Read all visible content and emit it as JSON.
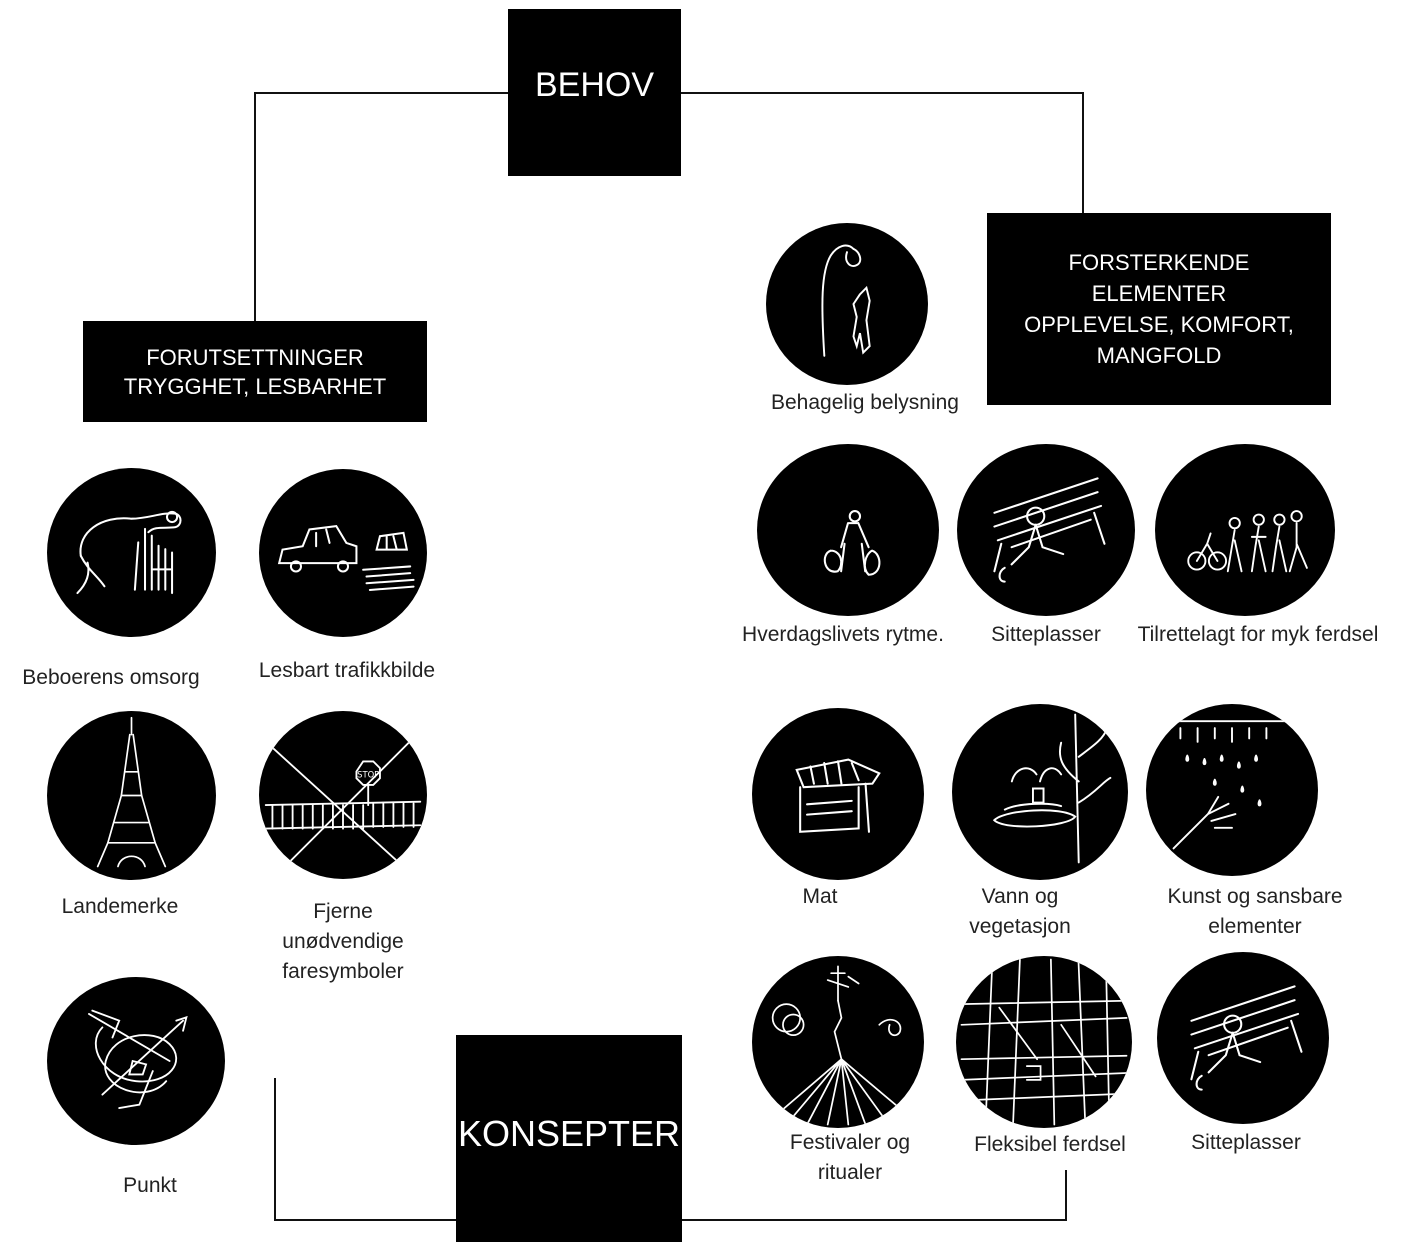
{
  "boxes": {
    "behov": {
      "label": "BEHOV"
    },
    "forutsetninger": {
      "lines": [
        "FORUTSETTNINGER",
        "TRYGGHET, LESBARHET"
      ]
    },
    "forsterkende": {
      "lines": [
        "FORSTERKENDE",
        "ELEMENTER",
        "OPPLEVELSE, KOMFORT,",
        "MANGFOLD"
      ]
    },
    "konsepter": {
      "label": "KONSEPTER"
    }
  },
  "left_items": [
    {
      "id": "beboerens-omsorg",
      "icon": "caregiver-sketch-icon",
      "caption": [
        "Beboerens omsorg"
      ]
    },
    {
      "id": "lesbart-trafikkbilde",
      "icon": "car-crosswalk-sketch-icon",
      "caption": [
        "Lesbart trafikkbilde"
      ]
    },
    {
      "id": "landemerke",
      "icon": "eiffel-tower-sketch-icon",
      "caption": [
        "Landemerke"
      ]
    },
    {
      "id": "fjerne-faresymboler",
      "icon": "stop-sign-fence-sketch-icon",
      "caption": [
        "Fjerne",
        "unødvendige",
        "faresymboler"
      ]
    },
    {
      "id": "punkt",
      "icon": "arrows-point-sketch-icon",
      "caption": [
        "Punkt"
      ]
    }
  ],
  "right_items": [
    {
      "id": "behagelig-belysning",
      "icon": "street-lamp-sketch-icon",
      "caption": [
        "Behagelig belysning"
      ]
    },
    {
      "id": "hverdagslivets-rytme",
      "icon": "shopper-bags-sketch-icon",
      "caption": [
        "Hverdagslivets rytme."
      ]
    },
    {
      "id": "sitteplasser-1",
      "icon": "bench-person-sketch-icon",
      "caption": [
        "Sitteplasser"
      ]
    },
    {
      "id": "myk-ferdsel",
      "icon": "pedestrians-cyclists-sketch-icon",
      "caption": [
        "Tilrettelagt for myk ferdsel"
      ]
    },
    {
      "id": "mat",
      "icon": "food-kiosk-sketch-icon",
      "caption": [
        "Mat"
      ]
    },
    {
      "id": "vann-og-vegetasjon",
      "icon": "fountain-tree-sketch-icon",
      "caption": [
        "Vann og",
        "vegetasjon"
      ]
    },
    {
      "id": "kunst-sansbare",
      "icon": "hand-rain-sketch-icon",
      "caption": [
        "Kunst og sansbare",
        "elementer"
      ]
    },
    {
      "id": "festivaler",
      "icon": "fireworks-sketch-icon",
      "caption": [
        "Festivaler og",
        "ritualer"
      ]
    },
    {
      "id": "fleksibel-ferdsel",
      "icon": "street-grid-sketch-icon",
      "caption": [
        "Fleksibel ferdsel"
      ]
    },
    {
      "id": "sitteplasser-2",
      "icon": "bench-person-sketch-icon",
      "caption": [
        "Sitteplasser"
      ]
    }
  ],
  "colors": {
    "box": "#000000",
    "box_text": "#ffffff",
    "line": "#111111",
    "sketch": "#ffffff"
  }
}
